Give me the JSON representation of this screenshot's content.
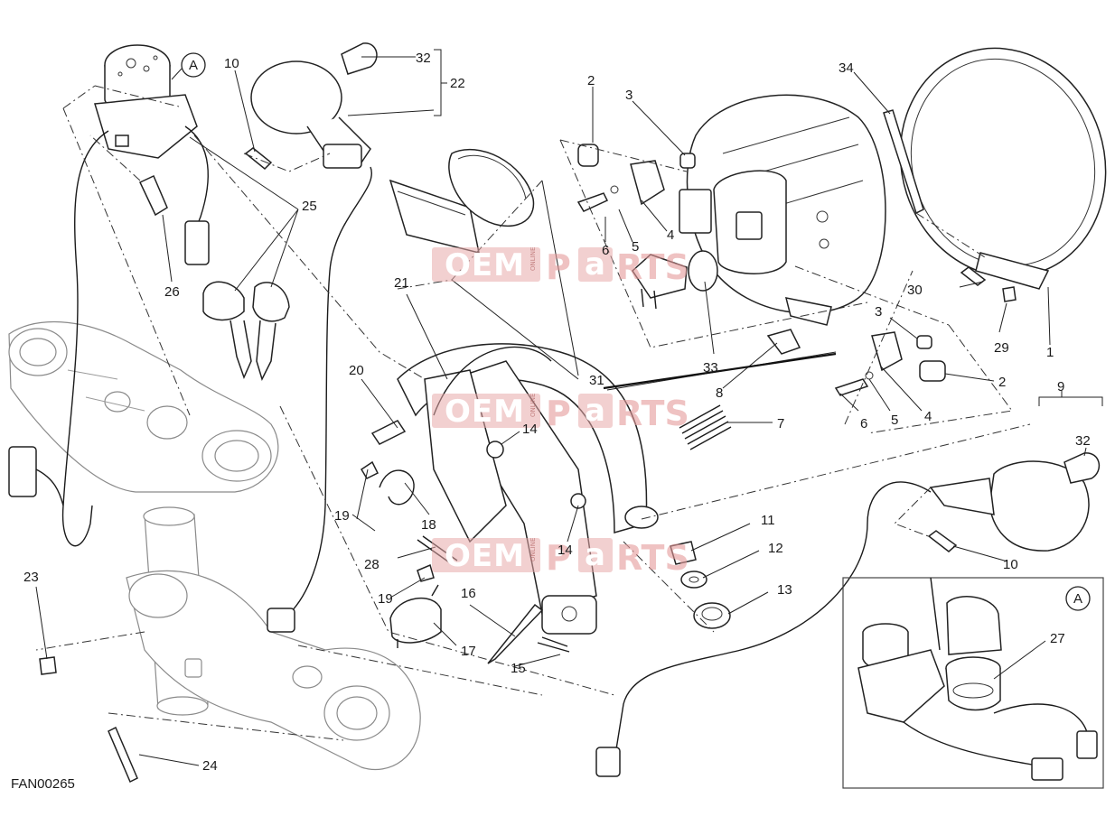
{
  "diagram_code": "FAN00265",
  "detail_marker": "A",
  "watermark": {
    "left": "OEM",
    "right_a": "P",
    "right_b": "a",
    "right_c": "RTS",
    "tagline": "ONLINE"
  },
  "callouts": [
    {
      "id": "c1",
      "text": "1"
    },
    {
      "id": "c2a",
      "text": "2"
    },
    {
      "id": "c2b",
      "text": "2"
    },
    {
      "id": "c3a",
      "text": "3"
    },
    {
      "id": "c3b",
      "text": "3"
    },
    {
      "id": "c4a",
      "text": "4"
    },
    {
      "id": "c4b",
      "text": "4"
    },
    {
      "id": "c5a",
      "text": "5"
    },
    {
      "id": "c5b",
      "text": "5"
    },
    {
      "id": "c6a",
      "text": "6"
    },
    {
      "id": "c6b",
      "text": "6"
    },
    {
      "id": "c7",
      "text": "7"
    },
    {
      "id": "c8",
      "text": "8"
    },
    {
      "id": "c9",
      "text": "9"
    },
    {
      "id": "c10a",
      "text": "10"
    },
    {
      "id": "c10b",
      "text": "10"
    },
    {
      "id": "c11",
      "text": "11"
    },
    {
      "id": "c12",
      "text": "12"
    },
    {
      "id": "c13",
      "text": "13"
    },
    {
      "id": "c14a",
      "text": "14"
    },
    {
      "id": "c14b",
      "text": "14"
    },
    {
      "id": "c15",
      "text": "15"
    },
    {
      "id": "c16",
      "text": "16"
    },
    {
      "id": "c17",
      "text": "17"
    },
    {
      "id": "c18",
      "text": "18"
    },
    {
      "id": "c19a",
      "text": "19"
    },
    {
      "id": "c19b",
      "text": "19"
    },
    {
      "id": "c20",
      "text": "20"
    },
    {
      "id": "c21",
      "text": "21"
    },
    {
      "id": "c22",
      "text": "22"
    },
    {
      "id": "c23",
      "text": "23"
    },
    {
      "id": "c24",
      "text": "24"
    },
    {
      "id": "c25",
      "text": "25"
    },
    {
      "id": "c26",
      "text": "26"
    },
    {
      "id": "c27",
      "text": "27"
    },
    {
      "id": "c28",
      "text": "28"
    },
    {
      "id": "c29",
      "text": "29"
    },
    {
      "id": "c30",
      "text": "30"
    },
    {
      "id": "c31",
      "text": "31"
    },
    {
      "id": "c32a",
      "text": "32"
    },
    {
      "id": "c32b",
      "text": "32"
    },
    {
      "id": "c33",
      "text": "33"
    },
    {
      "id": "c34",
      "text": "34"
    }
  ]
}
